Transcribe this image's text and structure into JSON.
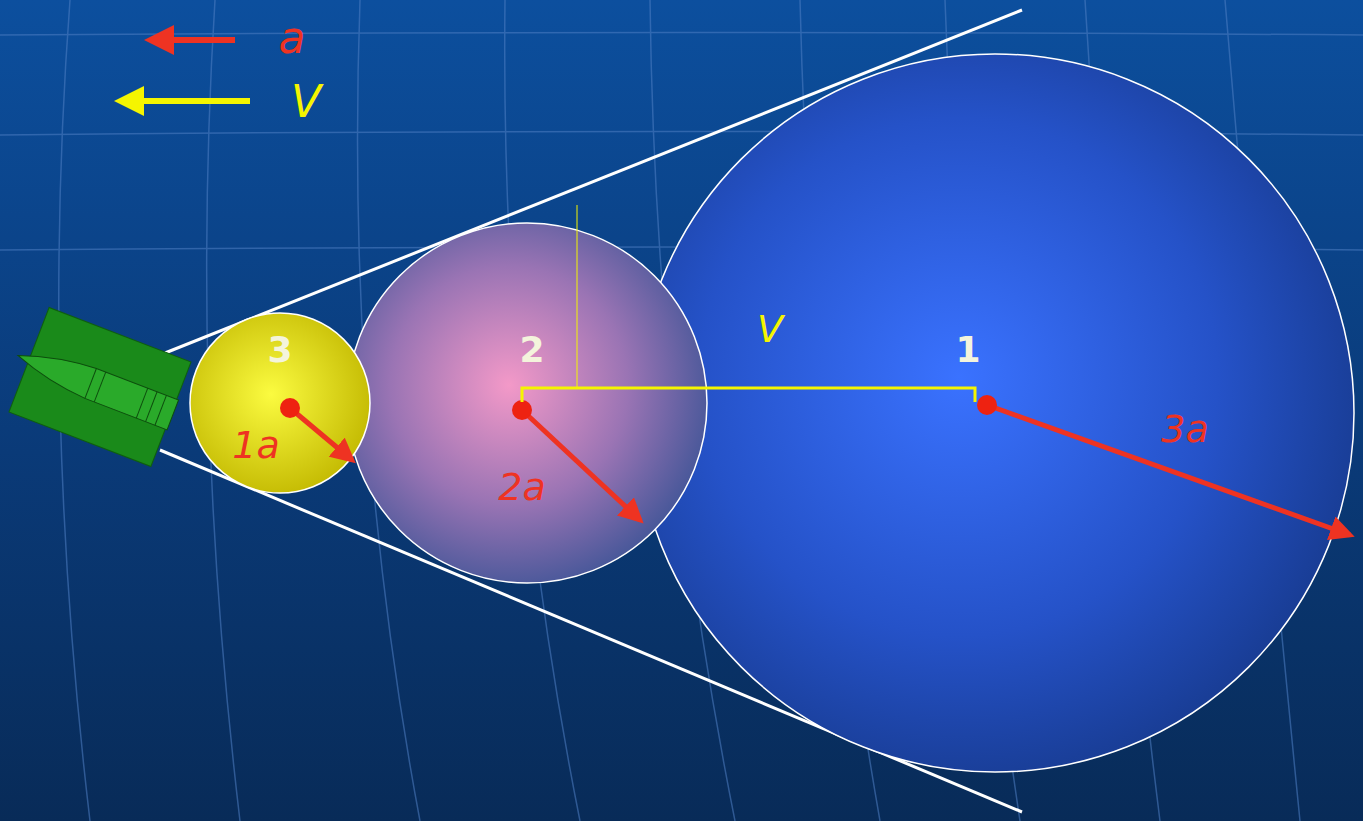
{
  "diagram": {
    "nodes": [
      {
        "text": [
          "3",
          "1a"
        ]
      },
      {
        "text": [
          "2",
          "2a"
        ]
      },
      {
        "text": [
          "1",
          "3a"
        ]
      }
    ],
    "labels": [
      "V"
    ],
    "legend": [
      {
        "text": "a"
      },
      {
        "text": "V"
      }
    ]
  }
}
